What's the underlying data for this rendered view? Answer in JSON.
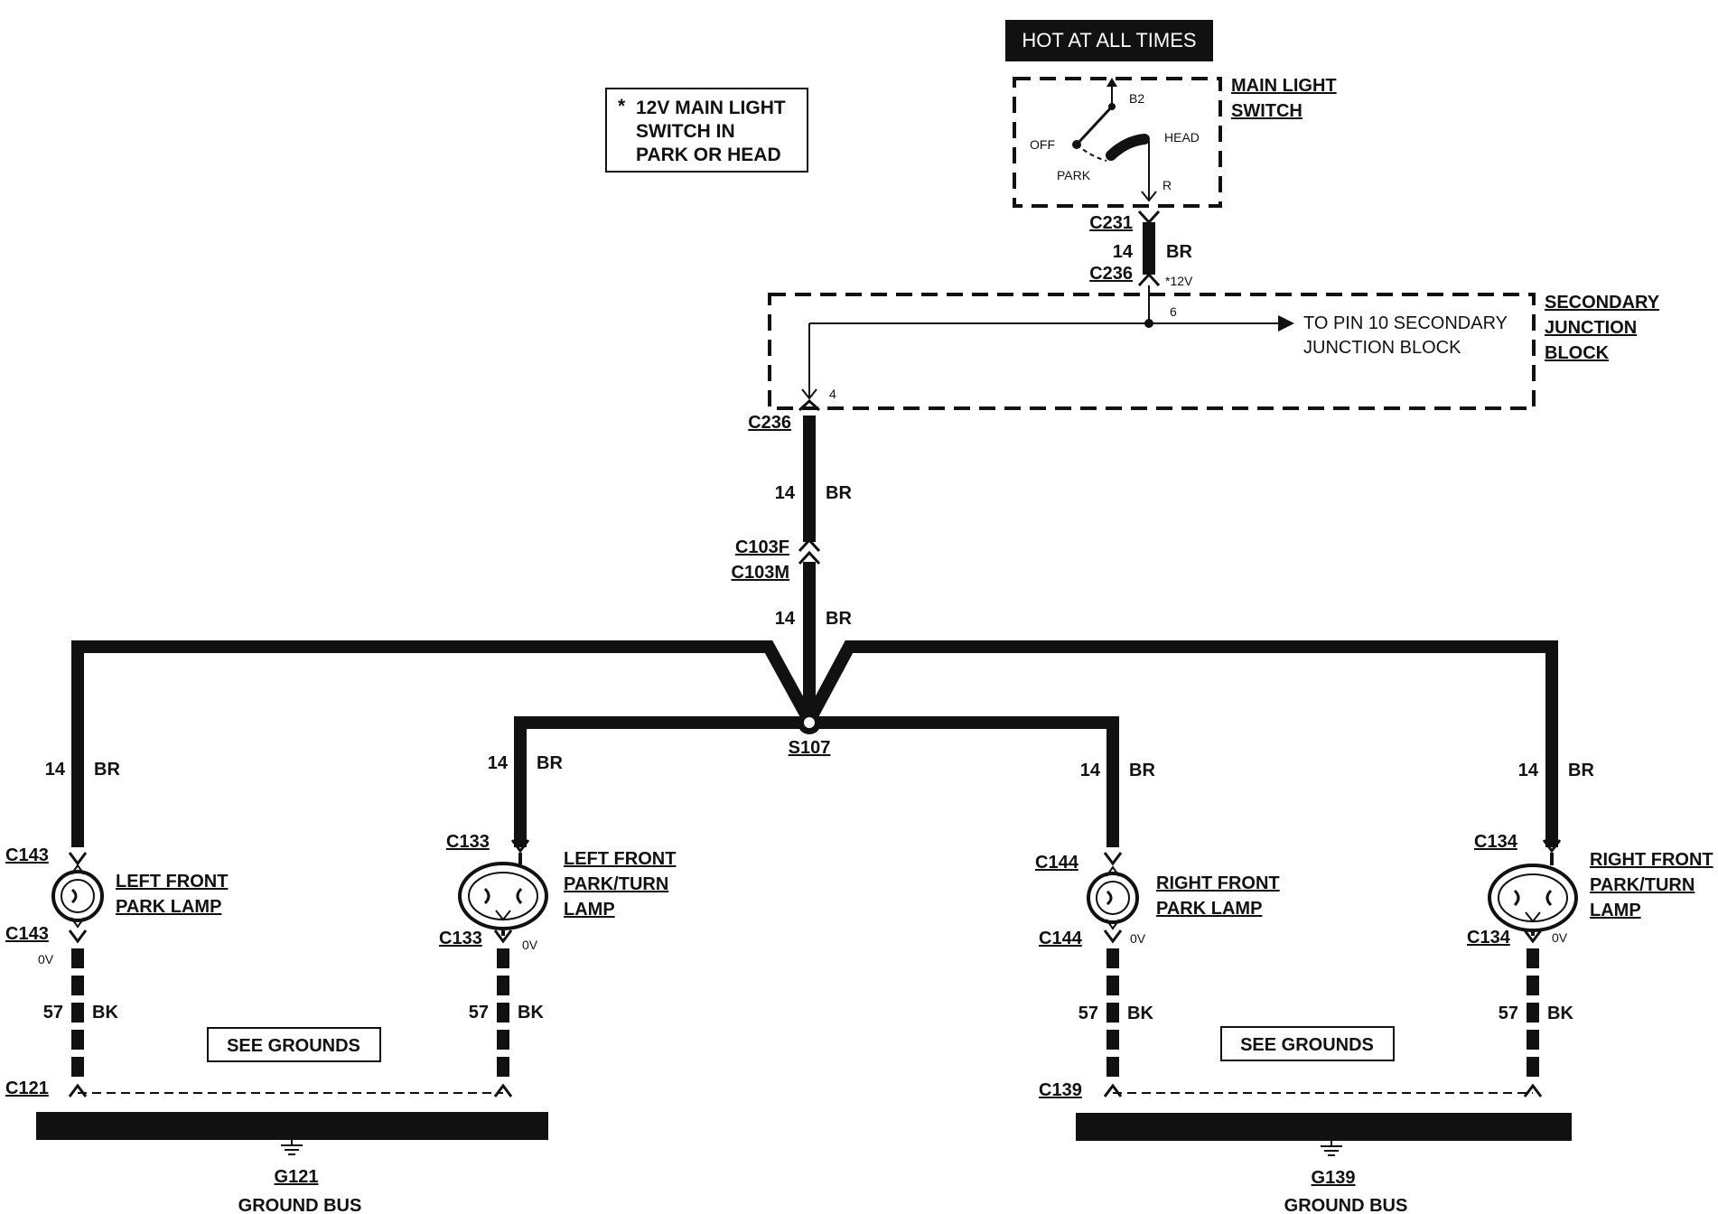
{
  "hot_label": "HOT AT ALL TIMES",
  "note": [
    "*",
    "12V MAIN LIGHT",
    "SWITCH IN",
    "PARK OR HEAD"
  ],
  "main_switch": {
    "name": [
      "MAIN LIGHT",
      "SWITCH"
    ],
    "b2": "B2",
    "off": "OFF",
    "park": "PARK",
    "head": "HEAD",
    "r": "R"
  },
  "top_wire": {
    "c1": "C231",
    "gauge": "14",
    "color": "BR",
    "c2": "C236",
    "voltage": "*12V"
  },
  "sec_block": {
    "name": [
      "SECONDARY",
      "JUNCTION",
      "BLOCK"
    ],
    "pin_in": "6",
    "pin_out": "4",
    "to_text": [
      "TO PIN 10 SECONDARY",
      "JUNCTION BLOCK"
    ]
  },
  "mid_wire": {
    "c_top": "C236",
    "gauge": "14",
    "color": "BR",
    "c_f": "C103F",
    "c_m": "C103M",
    "gauge2": "14",
    "color2": "BR",
    "splice": "S107"
  },
  "branches": {
    "lfp": {
      "gauge": "14",
      "color": "BR",
      "c_top": "C143",
      "name": [
        "LEFT FRONT",
        "PARK LAMP"
      ],
      "c_bot": "C143",
      "volt": "0V",
      "g_gauge": "57",
      "g_color": "BK",
      "c_ground": "C121"
    },
    "lft": {
      "gauge": "14",
      "color": "BR",
      "c_top": "C133",
      "name": [
        "LEFT FRONT",
        "PARK/TURN",
        "LAMP"
      ],
      "c_bot": "C133",
      "volt": "0V",
      "g_gauge": "57",
      "g_color": "BK"
    },
    "rfp": {
      "gauge": "14",
      "color": "BR",
      "c_top": "C144",
      "name": [
        "RIGHT FRONT",
        "PARK LAMP"
      ],
      "c_bot": "C144",
      "volt": "0V",
      "g_gauge": "57",
      "g_color": "BK",
      "c_ground": "C139"
    },
    "rft": {
      "gauge": "14",
      "color": "BR",
      "c_top": "C134",
      "name": [
        "RIGHT FRONT",
        "PARK/TURN",
        "LAMP"
      ],
      "c_bot": "C134",
      "volt": "0V",
      "g_gauge": "57",
      "g_color": "BK"
    }
  },
  "see_grounds": "SEE GROUNDS",
  "ground_left": {
    "id": "G121",
    "label": "GROUND BUS"
  },
  "ground_right": {
    "id": "G139",
    "label": "GROUND BUS"
  }
}
